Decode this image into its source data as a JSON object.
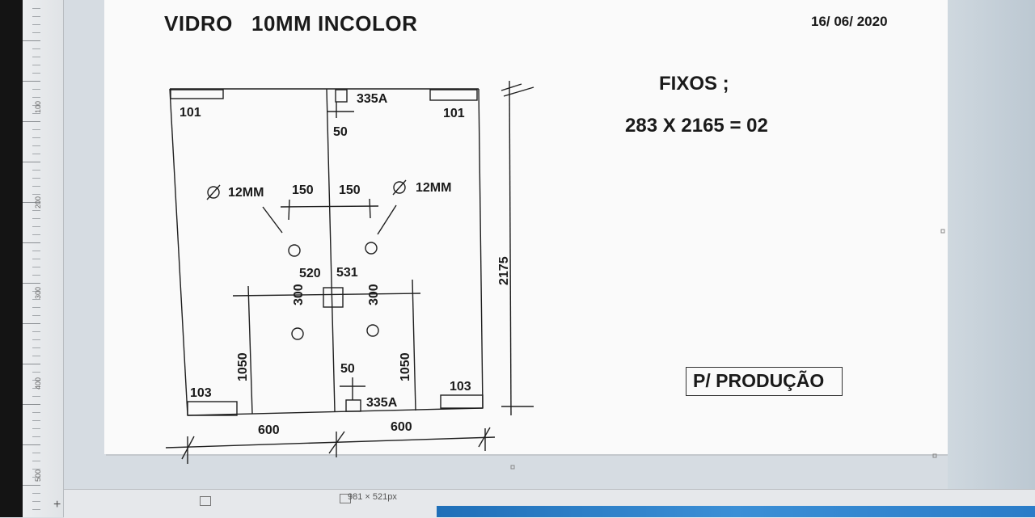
{
  "document": {
    "title": "VIDRO   10MM INCOLOR",
    "date": "16/ 06/ 2020",
    "fixos_label": "FIXOS ;",
    "fixos_value": "283 X 2165 = 02",
    "production_label": "P/ PRODUÇÃO"
  },
  "drawing": {
    "labels": {
      "top_left_101": "101",
      "top_335a": "335A",
      "top_right_101": "101",
      "top_50": "50",
      "left_12mm": "12MM",
      "left_150": "150",
      "right_150": "150",
      "right_12mm": "12MM",
      "dim_520": "520",
      "dim_531": "531",
      "left_300": "300",
      "right_300": "300",
      "height_2175": "2175",
      "left_1050": "1050",
      "right_1050": "1050",
      "bottom_50": "50",
      "bottom_left_103": "103",
      "bottom_right_103": "103",
      "bottom_335a": "335A",
      "width_left_600": "600",
      "width_right_600": "600"
    }
  },
  "ruler": {
    "numbers": [
      "100",
      "200",
      "300",
      "400",
      "500"
    ]
  },
  "status_bar": {
    "dimensions": "981 × 521px"
  },
  "colors": {
    "page": "#fafafa",
    "ink": "#1a1a1a",
    "canvas": "#d6dce2",
    "taskbar": "#2a7cc8"
  }
}
